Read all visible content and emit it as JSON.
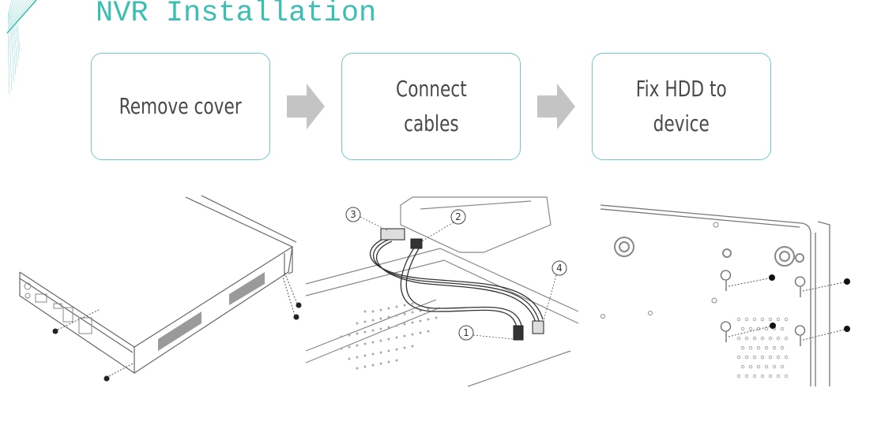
{
  "slide": {
    "title": "NVR Installation",
    "accent_color": "#3cbfb0",
    "border_color": "#6fc9c9",
    "arrow_color": "#c4c4c4"
  },
  "steps": [
    {
      "lines": [
        "Remove cover"
      ],
      "icon": "arrow-right-icon"
    },
    {
      "lines": [
        "Connect",
        "cables"
      ],
      "icon": "arrow-right-icon"
    },
    {
      "lines": [
        "Fix HDD to",
        "device"
      ]
    }
  ],
  "illustrations": [
    {
      "name": "remove-cover-diagram"
    },
    {
      "name": "connect-cables-diagram",
      "callouts": [
        "1",
        "2",
        "3",
        "4"
      ]
    },
    {
      "name": "fix-hdd-diagram"
    }
  ]
}
